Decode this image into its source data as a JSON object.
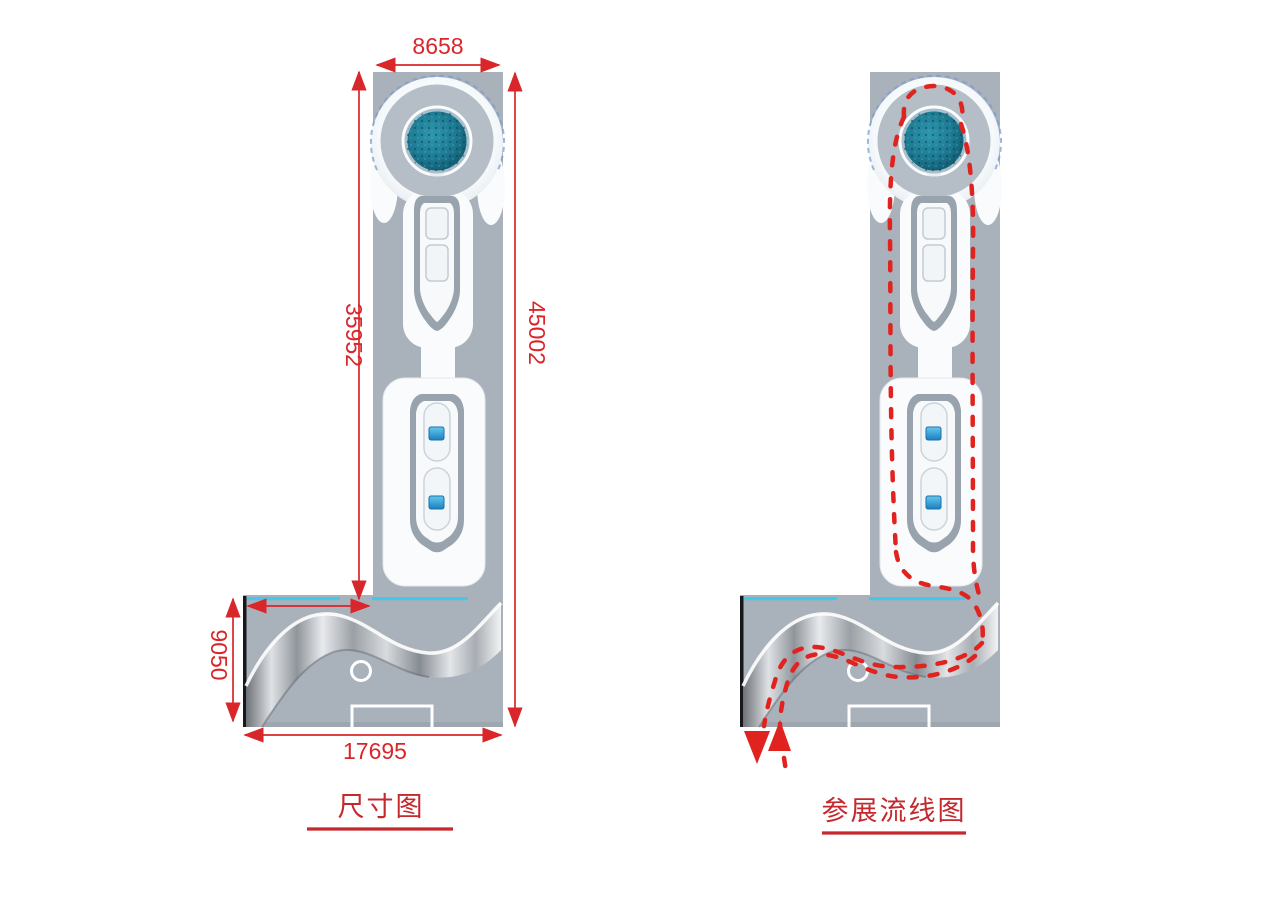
{
  "sheet": {
    "title": "exhibition booth plan sheet",
    "background": "#ffffff"
  },
  "colors": {
    "plan_gray": "#a9b1bb",
    "detail_gray": "#99a3ae",
    "ring_gray": "#b5bdc6",
    "silhouette_white": "#fafbfc",
    "teal_dome": "#17708d",
    "cyan_strip": "#45c8e8",
    "dimension_red": "#d9262b",
    "flow_red": "#e0231f",
    "label_red": "#c4292e",
    "edge_black": "#16181a",
    "screen_blue": "#2f9fd6"
  },
  "left_view": {
    "caption": "尺寸图",
    "dimensions": {
      "top_width": "8658",
      "upper_height": "35952",
      "total_height": "45002",
      "lower_height": "9050",
      "bottom_width": "17695"
    }
  },
  "right_view": {
    "caption": "参展流线图"
  }
}
